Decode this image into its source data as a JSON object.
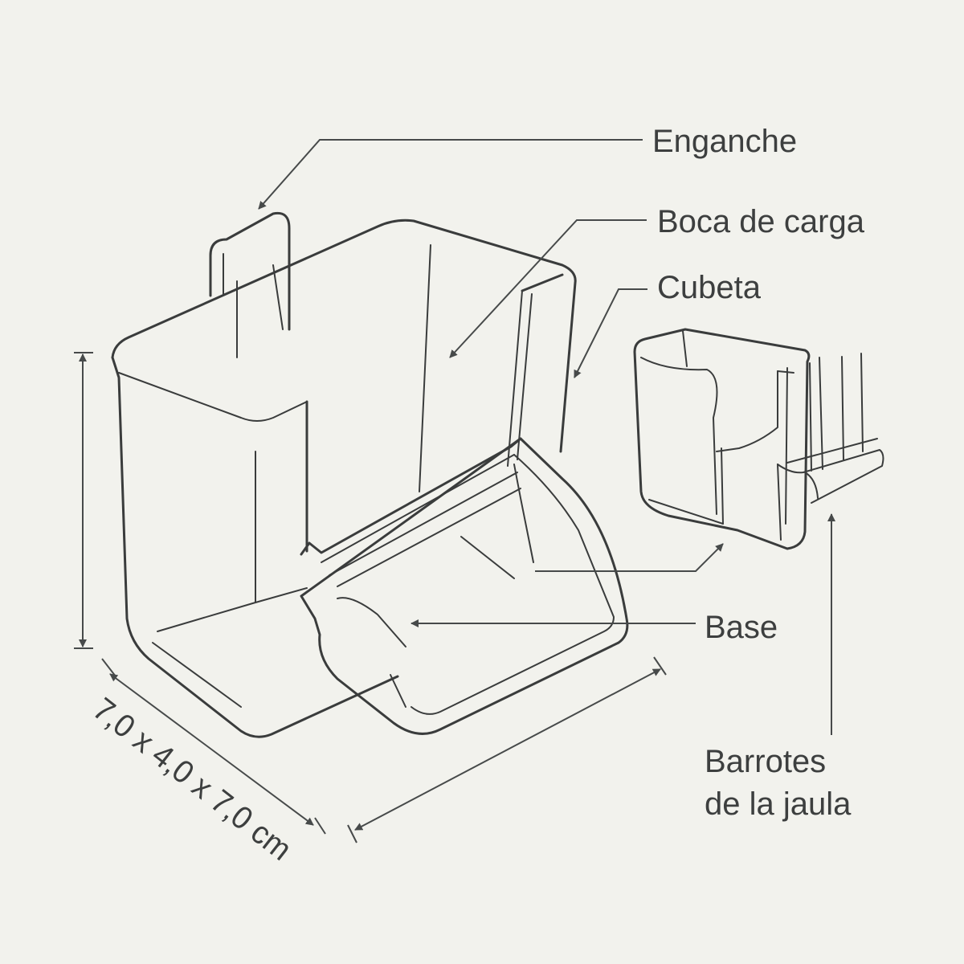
{
  "labels": {
    "hook": "Enganche",
    "loading_mouth": "Boca de carga",
    "tray": "Cubeta",
    "base": "Base",
    "cage_bars_line1": "Barrotes",
    "cage_bars_line2": "de la jaula"
  },
  "dimension": "7,0 x 4,0 x 7,0 cm",
  "colors": {
    "background": "#f2f2ed",
    "line": "#3a3c3c",
    "text": "#3d3f3f"
  }
}
